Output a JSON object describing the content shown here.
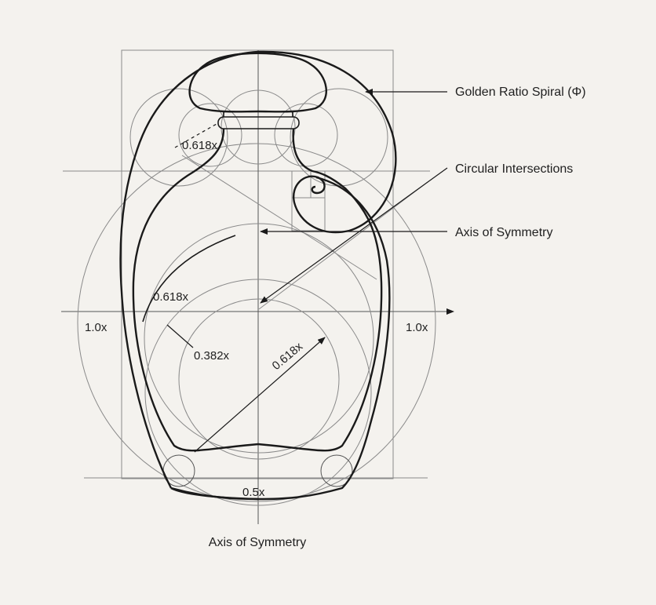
{
  "labels": {
    "golden_spiral": "Golden Ratio Spiral (Φ)",
    "circular_intersections": "Circular Intersections",
    "axis_symmetry_right": "Axis of Symmetry",
    "axis_symmetry_bottom": "Axis of Symmetry"
  },
  "dimensions": {
    "neck_ratio": "0.618x",
    "left_ratio": "0.618x",
    "left_width": "1.0x",
    "right_width": "1.0x",
    "inner_radius": "0.382x",
    "diagonal_ratio": "0.618x",
    "base_width": "0.5x"
  },
  "colors": {
    "background": "#f4f2ee",
    "ink": "#1a1a1a",
    "guide": "#8a8a8a"
  }
}
